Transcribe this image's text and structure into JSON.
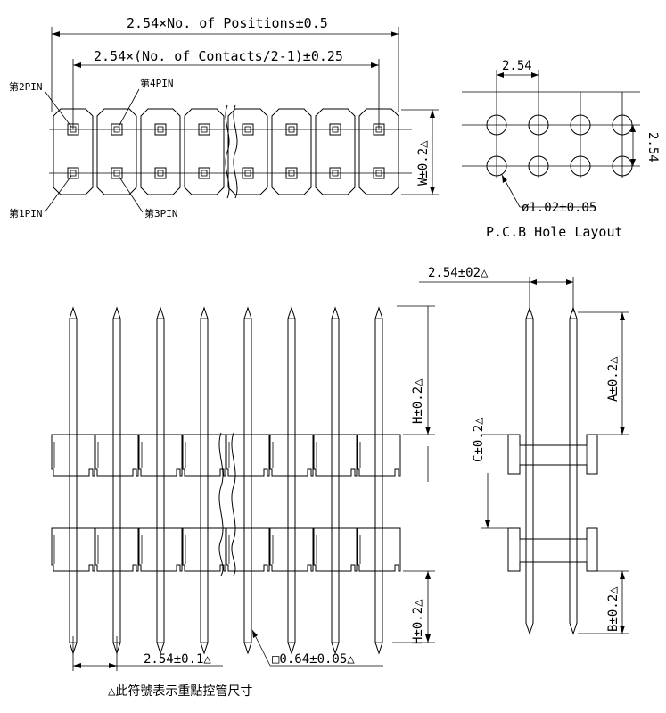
{
  "top_view": {
    "dim_positions": "2.54×No. of Positions±0.5",
    "dim_contacts": "2.54×(No. of Contacts/2-1)±0.25",
    "pin2": "第2PIN",
    "pin4": "第4PIN",
    "pin1": "第1PIN",
    "pin3": "第3PIN",
    "dim_width": "W±0.2△"
  },
  "pcb_layout": {
    "dim_pitch": "2.54",
    "dim_row_pitch": "2.54",
    "dim_hole": "ø1.02±0.05",
    "caption": "P.C.B Hole Layout"
  },
  "front_view": {
    "dim_h_top": "H±0.2△",
    "dim_h_bottom": "H±0.2△",
    "dim_pitch": "2.54±0.1△",
    "dim_pin_size": "□0.64±0.05△"
  },
  "side_view": {
    "dim_pitch": "2.54±02△",
    "dim_a": "A±0.2△",
    "dim_c": "C±0.2△",
    "dim_b": "B±0.2△"
  },
  "footnote": "△此符號表示重點控管尺寸"
}
